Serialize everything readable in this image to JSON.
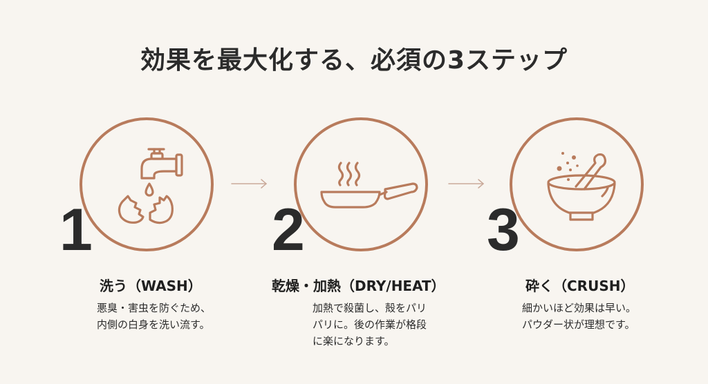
{
  "title": "効果を最大化する、必須の3ステップ",
  "colors": {
    "background": "#f8f5f0",
    "accent": "#b87b5c",
    "text": "#2b2b2b",
    "arrow": "#c9a999"
  },
  "steps": [
    {
      "number": "1",
      "icon": "faucet-eggshell-icon",
      "title": "洗う（WASH）",
      "description": "悪臭・害虫を防ぐため、\n内側の白身を洗い流す。"
    },
    {
      "number": "2",
      "icon": "frying-pan-steam-icon",
      "title": "乾燥・加熱（DRY/HEAT）",
      "description": "加熱で殺菌し、殻をパリ\nパリに。後の作業が格段\nに楽になります。"
    },
    {
      "number": "3",
      "icon": "mortar-pestle-icon",
      "title": "砕く（CRUSH）",
      "description": "細かいほど効果は早い。\nパウダー状が理想です。"
    }
  ],
  "arrows": [
    {
      "icon": "arrow-right-icon"
    },
    {
      "icon": "arrow-right-icon"
    }
  ]
}
